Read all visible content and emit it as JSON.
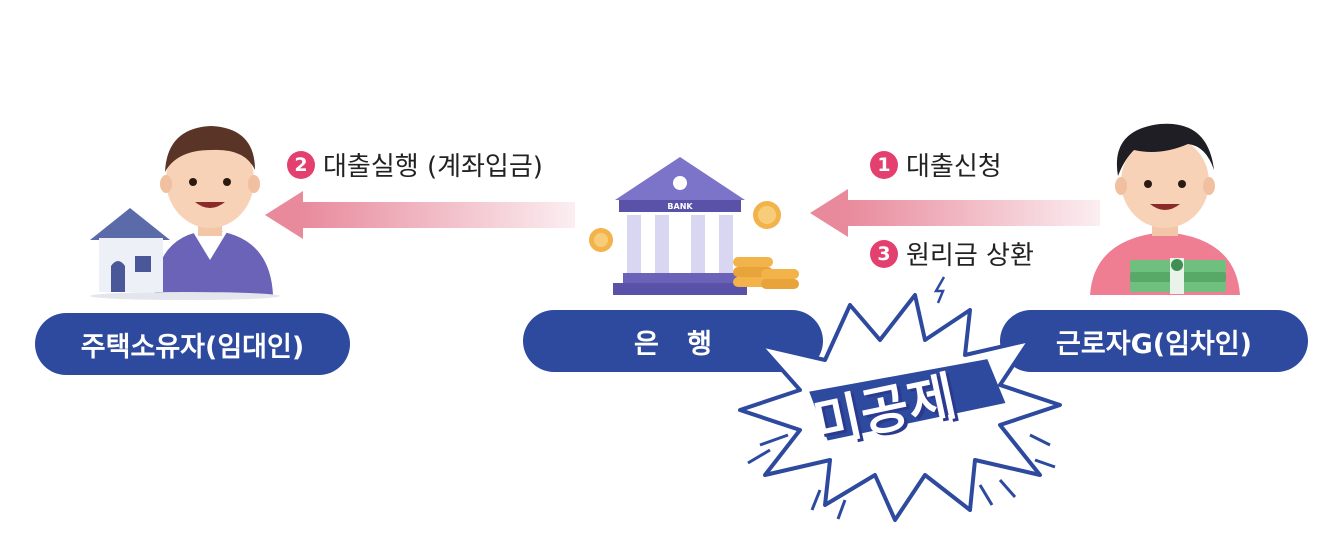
{
  "nodes": {
    "owner_label": "주택소유자(임대인)",
    "bank_label": "은   행",
    "worker_label": "근로자G(임차인)"
  },
  "steps": {
    "step1": {
      "num": "1",
      "label": "대출신청"
    },
    "step2": {
      "num": "2",
      "label": "대출실행 (계좌입금)"
    },
    "step3": {
      "num": "3",
      "label": "원리금 상환"
    }
  },
  "burst": {
    "label": "미공제"
  },
  "bank_sign": "BANK",
  "colors": {
    "pill": "#2d4a9e",
    "step_badge": "#e4406f",
    "arrow": "#e88a9c",
    "burst_fill": "#ffffff",
    "burst_stroke": "#2d4a9e",
    "burst_text_bg": "#2d4a9e",
    "bank_purple": "#6a63b8",
    "coin": "#f2b34a"
  },
  "icons": {
    "owner": "man-with-house-icon",
    "bank": "bank-building-icon",
    "worker": "man-with-money-icon",
    "burst": "explosion-burst-icon"
  }
}
